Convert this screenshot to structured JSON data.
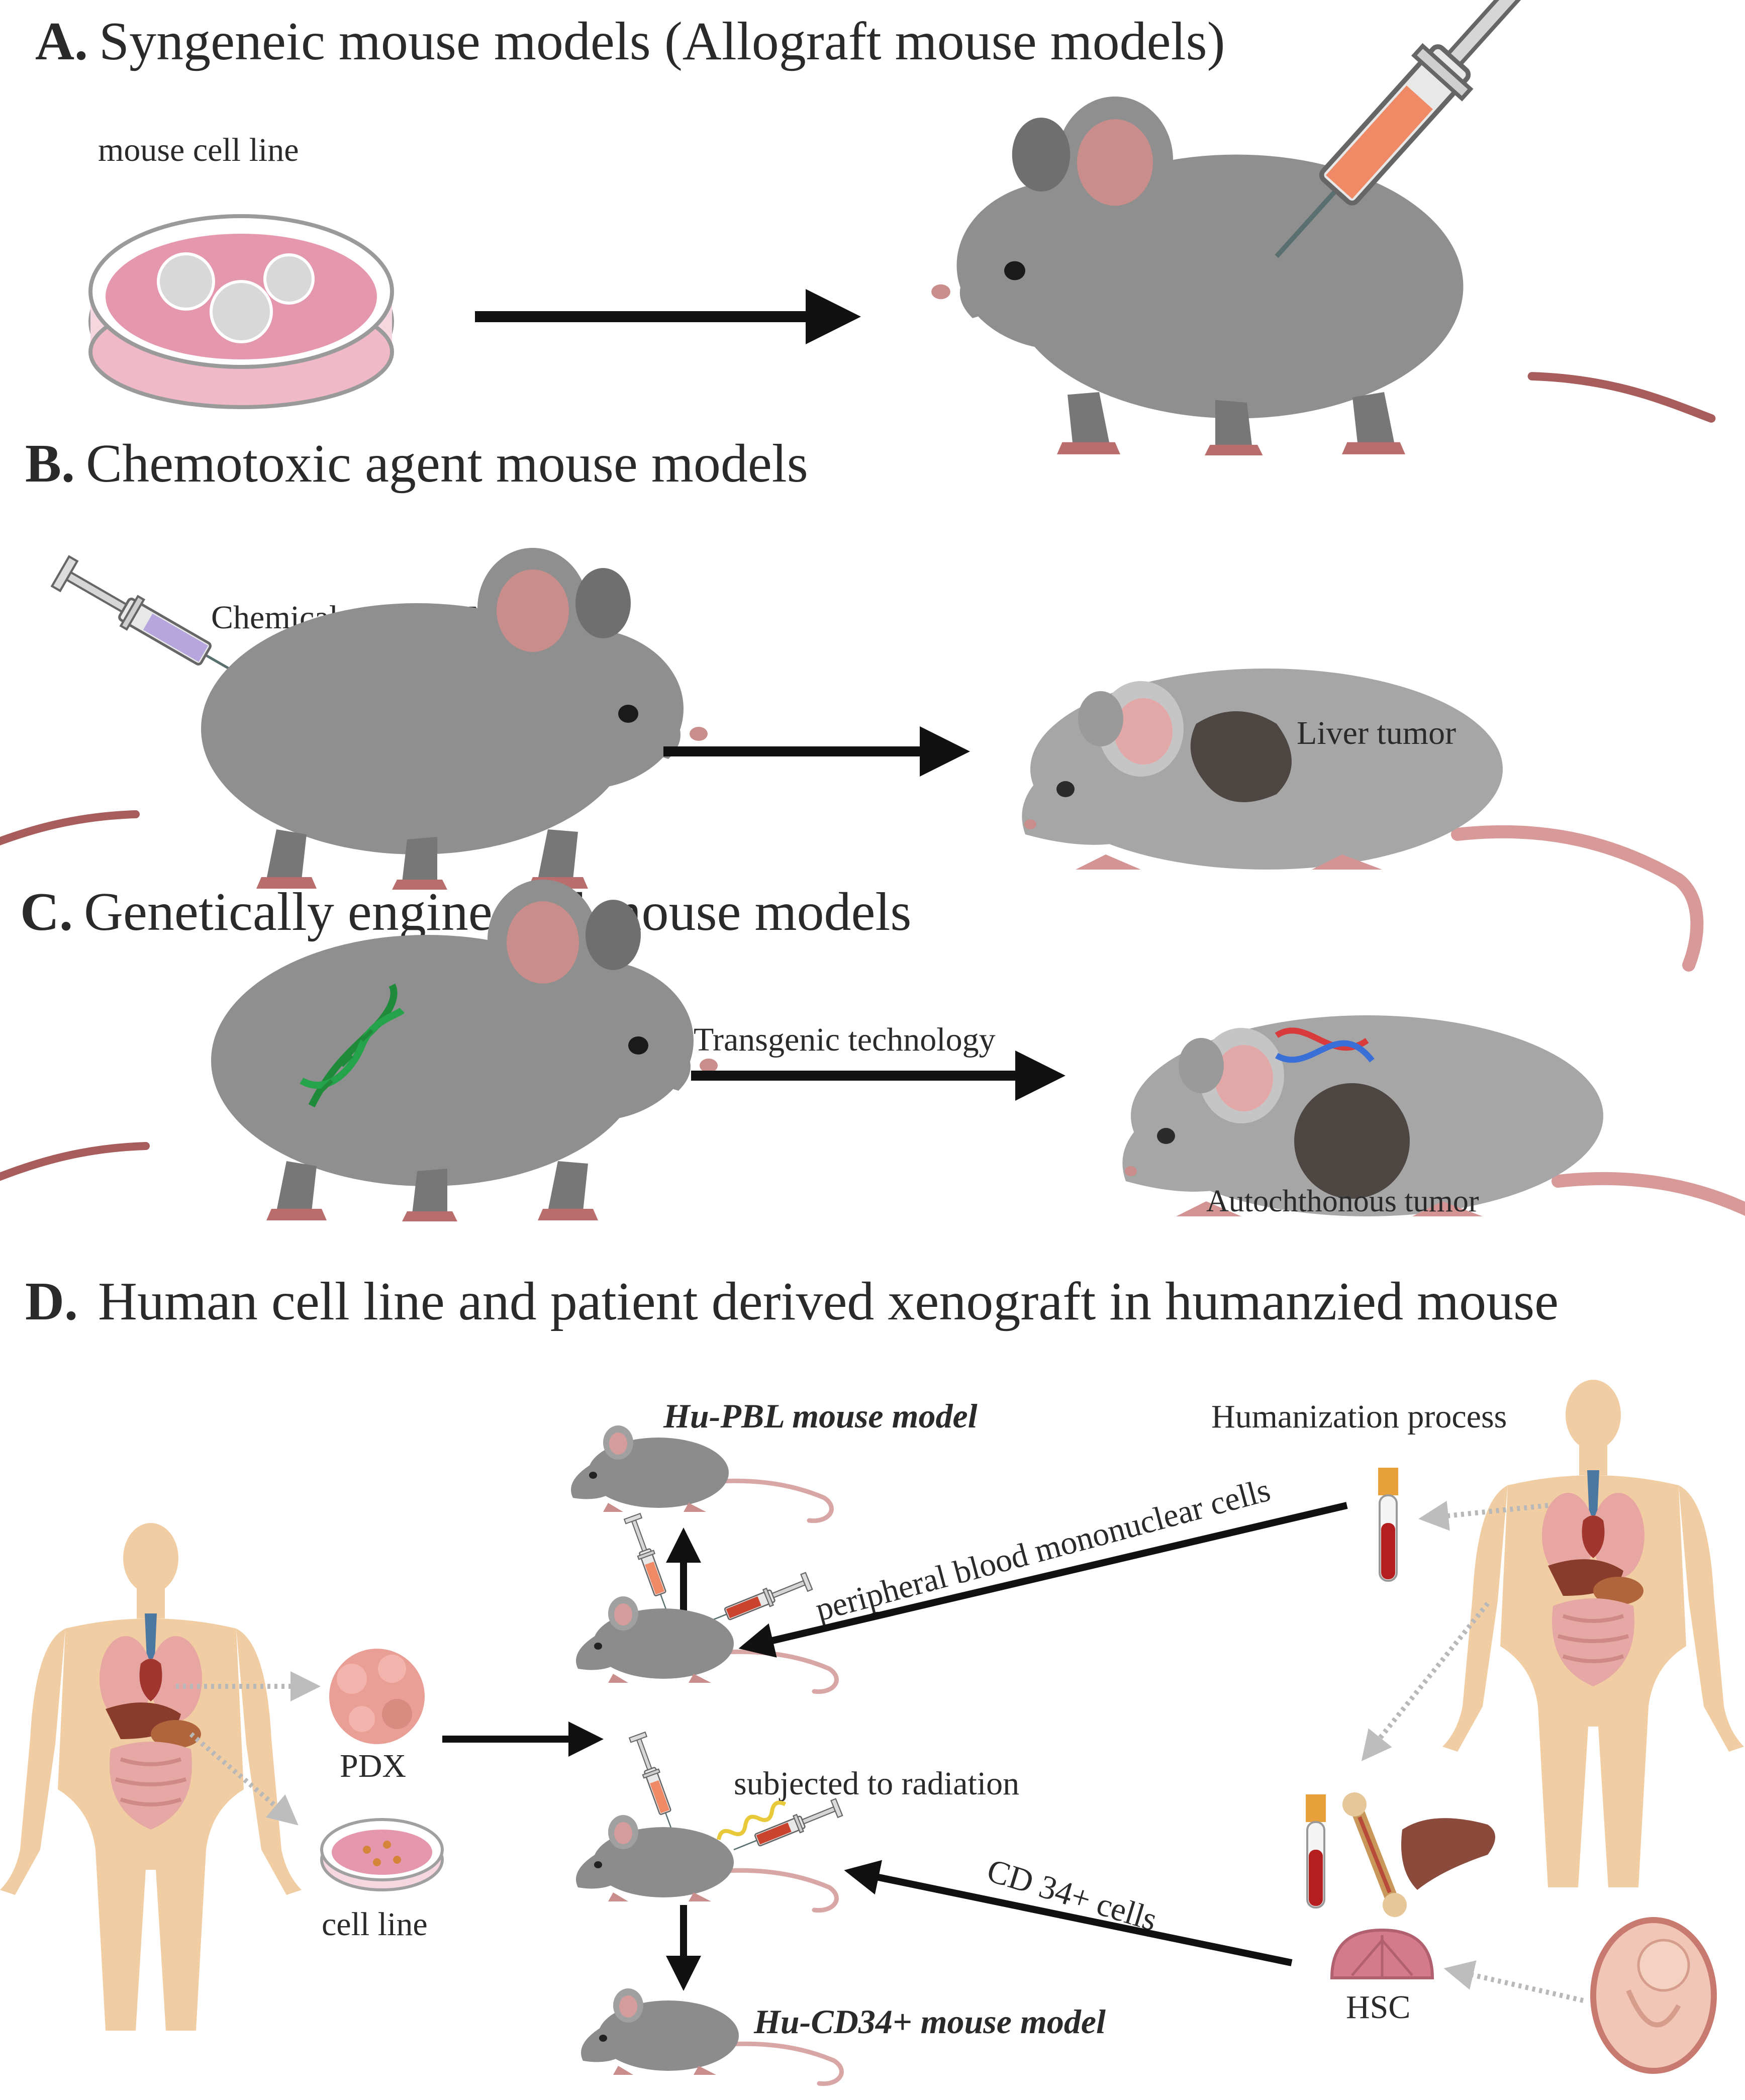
{
  "sections": {
    "a": {
      "letter": "A.",
      "title": "Syngeneic mouse models (Allograft mouse models)",
      "cell_label": "mouse cell line"
    },
    "b": {
      "letter": "B.",
      "title": "Chemotoxic agent mouse models",
      "chem_label": "Chemicals, e.g. DEN",
      "tumor_label": "Liver tumor"
    },
    "c": {
      "letter": "C.",
      "title": "Genetically engineered mouse models",
      "arrow_label": "Transgenic technology",
      "tumor_label": "Autochthonous tumor"
    },
    "d": {
      "letter": "D.",
      "title": "Human cell line and patient derived xenograft in humanzied mouse",
      "pdx_label": "PDX",
      "cellline_label": "cell line",
      "hupbl_label": "Hu-PBL mouse model",
      "humanization_label": "Humanization process",
      "pbmc_label": "peripheral blood mononuclear cells",
      "radiation_label": "subjected to radiation",
      "cd34cells_label": "CD 34+  cells",
      "hsc_label": "HSC",
      "hucd34_label": "Hu-CD34+ mouse model"
    }
  },
  "colors": {
    "mouse_body": "#8f8f8f",
    "mouse_light": "#a6a6a6",
    "ear": "#c98e8c",
    "tail": "#b06060",
    "dish": "#e89ab0",
    "syringe_orange": "#f08a66",
    "syringe_purple": "#b7a6dd",
    "skin": "#f2cfa4",
    "tumor": "#4d4642",
    "arrow": "#111111",
    "dotted_arrow": "#b8b8b8"
  }
}
